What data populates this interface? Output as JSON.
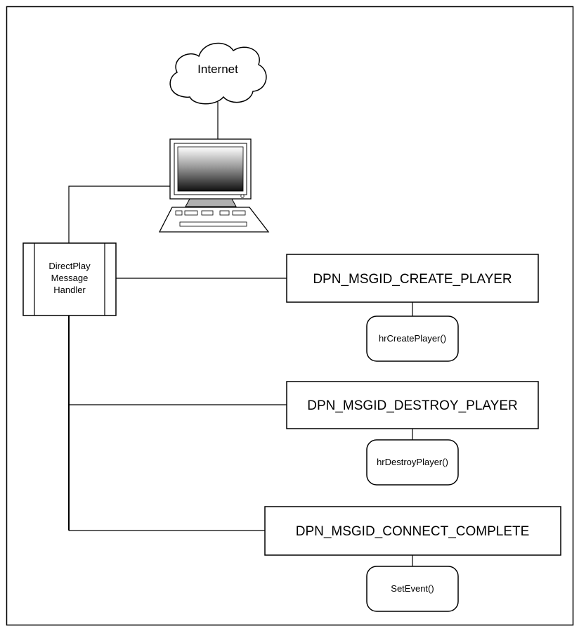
{
  "cloud": {
    "label": "Internet"
  },
  "computer": {
    "icon": "computer-icon"
  },
  "handler": {
    "lines": [
      "DirectPlay",
      "Message",
      "Handler"
    ]
  },
  "messages": [
    {
      "label": "DPN_MSGID_CREATE_PLAYER",
      "function": "hrCreatePlayer()"
    },
    {
      "label": "DPN_MSGID_DESTROY_PLAYER",
      "function": "hrDestroyPlayer()"
    },
    {
      "label": "DPN_MSGID_CONNECT_COMPLETE",
      "function": "SetEvent()"
    }
  ],
  "colors": {
    "stroke": "#000000",
    "background": "#ffffff"
  }
}
